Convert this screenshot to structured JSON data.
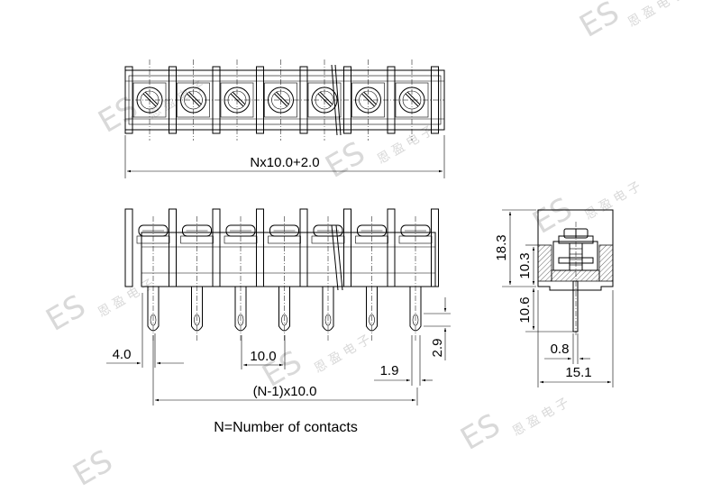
{
  "dimensions": {
    "total_length": "Nx10.0+2.0",
    "edge_offset": "4.0",
    "pitch": "10.0",
    "span": "(N-1)x10.0",
    "pin_width": "1.9",
    "pin_hole": "2.9",
    "height_total": "18.3",
    "height_upper": "10.3",
    "pin_length": "10.6",
    "pin_thickness": "0.8",
    "depth": "15.1"
  },
  "note": "N=Number of contacts",
  "watermark": {
    "latin": "ES",
    "cjk": "恩 盈 电 子"
  },
  "positions_count": 7
}
